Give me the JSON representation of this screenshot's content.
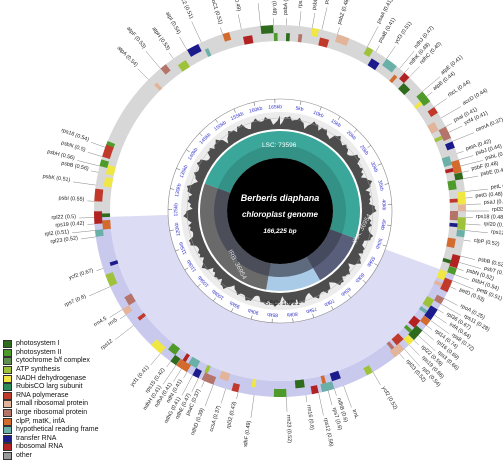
{
  "genome": {
    "species": "Berberis diaphana",
    "subtitle": "chloroplast genome",
    "length": "166,225 bp"
  },
  "regions": {
    "lsc": "LSC: 73596",
    "ira": "IRA: 36954",
    "irb": "IRB: 36954",
    "ssc": "SSC: 18721"
  },
  "ticks": [
    "5kb",
    "10kb",
    "15kb",
    "20kb",
    "25kb",
    "30kb",
    "35kb",
    "40kb",
    "45kb",
    "50kb",
    "55kb",
    "60kb",
    "65kb",
    "70kb",
    "75kb",
    "80kb",
    "85kb",
    "90kb",
    "95kb",
    "100kb",
    "105kb",
    "110kb",
    "115kb",
    "120kb",
    "125kb",
    "130kb",
    "135kb",
    "140kb",
    "145kb",
    "150kb",
    "155kb",
    "160kb",
    "165kb"
  ],
  "legend": [
    {
      "label": "photosystem I",
      "color": "#2e6b1c"
    },
    {
      "label": "photosystem II",
      "color": "#4e9a2a"
    },
    {
      "label": "cytochrome b/f complex",
      "color": "#5f8f4e"
    },
    {
      "label": "ATP synthesis",
      "color": "#9ec23a"
    },
    {
      "label": "NADH dehydrogenase",
      "color": "#f0e742"
    },
    {
      "label": "RubisCO larg subunit",
      "color": "#2e8b57"
    },
    {
      "label": "RNA polymerase",
      "color": "#c0392b"
    },
    {
      "label": "small ribosomal protein",
      "color": "#e2b49a"
    },
    {
      "label": "large ribosomal protein",
      "color": "#b5746a"
    },
    {
      "label": "clpP, matK, infA",
      "color": "#d36b2e"
    },
    {
      "label": "hypothetical reading frame",
      "color": "#6ab0a8"
    },
    {
      "label": "transfer RNA",
      "color": "#1b1b8c"
    },
    {
      "label": "ribosomal RNA",
      "color": "#b22222"
    },
    {
      "label": "other",
      "color": "#999999"
    }
  ],
  "colors": {
    "lsc_inner": "#3aa79a",
    "ira_inner": "#595f7a",
    "irb_inner": "#6a6a6a",
    "ssc_inner": "#a9cbe8",
    "ir_band": "#c9c9ee",
    "lsc_band": "#d7d7d7",
    "core": "#000000"
  },
  "genes": [
    {
      "name": "psbA (0.54)",
      "a": 2
    },
    {
      "name": "rps16 (0.54)",
      "a": 290
    },
    {
      "name": "psbK (0.51)",
      "a": 278
    },
    {
      "name": "psbI (0.55)",
      "a": 273
    },
    {
      "name": "atpA (0.54)",
      "a": 315
    },
    {
      "name": "atpF (0.53)",
      "a": 320
    },
    {
      "name": "atpH (0.53)",
      "a": 325
    },
    {
      "name": "atpI (0.54)",
      "a": 330
    },
    {
      "name": "rpoC2 (0.51)",
      "a": 335
    },
    {
      "name": "rpoC1 (0.51)",
      "a": 342
    },
    {
      "name": "rpoB (0.49)",
      "a": 348
    },
    {
      "name": "psbM (0.52)",
      "a": 354
    },
    {
      "name": "petN (0.48)",
      "a": 358
    },
    {
      "name": "psbD (0.48)",
      "a": 10
    },
    {
      "name": "psbC (0.51)",
      "a": 13
    },
    {
      "name": "psbZ (0.48)",
      "a": 18
    },
    {
      "name": "rps14 (0.47)",
      "a": 6
    },
    {
      "name": "psaA (0.41)",
      "a": 28
    },
    {
      "name": "psaB (0.41)",
      "a": 31
    },
    {
      "name": "ycf3 (0.51)",
      "a": 35
    },
    {
      "name": "ndhJ (0.47)",
      "a": 40
    },
    {
      "name": "ndhK (0.48)",
      "a": 42
    },
    {
      "name": "ndhC (0.40)",
      "a": 44
    },
    {
      "name": "atpE (0.41)",
      "a": 50
    },
    {
      "name": "atpB (0.44)",
      "a": 52
    },
    {
      "name": "rbcL (0.44)",
      "a": 56
    },
    {
      "name": "accD (0.44)",
      "a": 60
    },
    {
      "name": "psaI (0.41)",
      "a": 63
    },
    {
      "name": "ycf4 (0.41)",
      "a": 65
    },
    {
      "name": "cemA (0.37)",
      "a": 68
    },
    {
      "name": "petA (0.42)",
      "a": 72
    },
    {
      "name": "psbJ (0.44)",
      "a": 74
    },
    {
      "name": "psbL (0.38)",
      "a": 76
    },
    {
      "name": "psbF (0.48)",
      "a": 78
    },
    {
      "name": "psbE (0.49)",
      "a": 80
    },
    {
      "name": "petL (0.48)",
      "a": 84
    },
    {
      "name": "petG (0.48)",
      "a": 86
    },
    {
      "name": "psaJ (0.48)",
      "a": 88
    },
    {
      "name": "rpl33 (0.36)",
      "a": 90
    },
    {
      "name": "rps18 (0.48)",
      "a": 92
    },
    {
      "name": "rpl20 (0.48)",
      "a": 94
    },
    {
      "name": "rps12 (0.53)",
      "a": 96
    },
    {
      "name": "clpP (0.52)",
      "a": 99
    },
    {
      "name": "psbB (0.52)",
      "a": 104
    },
    {
      "name": "psbT (0.53)",
      "a": 106
    },
    {
      "name": "psbN (0.52)",
      "a": 108
    },
    {
      "name": "psbH (0.54)",
      "a": 110
    },
    {
      "name": "petB (0.51)",
      "a": 112
    },
    {
      "name": "petD (0.53)",
      "a": 114
    },
    {
      "name": "rpoA (0.25)",
      "a": 118
    },
    {
      "name": "rps11 (0.28)",
      "a": 120
    },
    {
      "name": "rpl36 (0.67)",
      "a": 122
    },
    {
      "name": "infA (0.64)",
      "a": 124
    },
    {
      "name": "rps8 (0.72)",
      "a": 126
    },
    {
      "name": "rpl14 (0.74)",
      "a": 128
    },
    {
      "name": "rpl16 (0.69)",
      "a": 130
    },
    {
      "name": "rps3 (0.66)",
      "a": 132
    },
    {
      "name": "rpl22 (0.59)",
      "a": 134
    },
    {
      "name": "rps19 (0.66)",
      "a": 136
    },
    {
      "name": "rpl2 (0.54)",
      "a": 138
    },
    {
      "name": "rpl23 (0.52)",
      "a": 140
    },
    {
      "name": "ycf2 (0.52)",
      "a": 150
    },
    {
      "name": "trnL",
      "a": 160
    },
    {
      "name": "ndhB (0.6)",
      "a": 163
    },
    {
      "name": "rps7 (0.6)",
      "a": 165
    },
    {
      "name": "rps12 (0.56)",
      "a": 168
    },
    {
      "name": "rrn16 (0.6)",
      "a": 172
    },
    {
      "name": "rrn23 (0.52)",
      "a": 178
    },
    {
      "name": "ndhF (0.49)",
      "a": 188
    },
    {
      "name": "rpl32 (0.43)",
      "a": 193
    },
    {
      "name": "ccsA (0.37)",
      "a": 197
    },
    {
      "name": "ndhD (0.39)",
      "a": 201
    },
    {
      "name": "psaC (0.37)",
      "a": 204
    },
    {
      "name": "ndhE (0.47)",
      "a": 206
    },
    {
      "name": "ndhG (0.41)",
      "a": 208
    },
    {
      "name": "ndhI (0.41)",
      "a": 210
    },
    {
      "name": "ndhA (0.41)",
      "a": 212
    },
    {
      "name": "ndhH (0.41)",
      "a": 214
    },
    {
      "name": "rps15 (0.42)",
      "a": 216
    },
    {
      "name": "ycf1 (0.41)",
      "a": 220
    },
    {
      "name": "rps12",
      "a": 232
    },
    {
      "name": "rrn5",
      "a": 236
    },
    {
      "name": "rrn4.5",
      "a": 238
    },
    {
      "name": "rps7 (0.6)",
      "a": 246
    },
    {
      "name": "ycf2 (0.67)",
      "a": 252
    },
    {
      "name": "rpl23 (0.52)",
      "a": 262
    },
    {
      "name": "rpl2 (0.51)",
      "a": 264
    },
    {
      "name": "rps19 (0.42)",
      "a": 266
    },
    {
      "name": "rpl22 (0.5)",
      "a": 268
    },
    {
      "name": "psbH (0.56)",
      "a": 284
    },
    {
      "name": "psbB (0.56)",
      "a": 282
    },
    {
      "name": "psbN (0.5)",
      "a": 287
    }
  ]
}
